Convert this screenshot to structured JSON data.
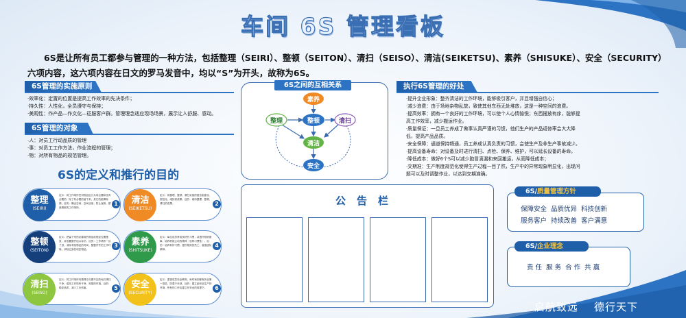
{
  "title": "车间 6S 管理看板",
  "intro": "6S是让所有员工都参与管理的一种方法，包括整理（SEIRI）、整顿（SEITON）、清扫（SEISO）、清洁(SEIKETSU)、素养（SHISUKE）、安全（SECURITY）六项内容，这六项内容在日文的罗马发音中，均以“S”为开头，故称为6S。",
  "principles": {
    "header": "6S管理的实施原则",
    "items": [
      "·效率化：定置的位置是提高工作效率的先决条件；",
      "·持久性：人性化，全员遵守与保持；",
      "·美观性：作产品—作文化—征服客户群。管理理念适应现场场景，展示让人舒服、感动。"
    ]
  },
  "objects": {
    "header": "6S管理的对象",
    "items": [
      "·人：对员工行动品质的管理",
      "·事：对员工工作方法，作业流程的管理；",
      "·物：对所有物品的规范管理。"
    ]
  },
  "relation": {
    "header": "6S之间的互相关系",
    "nodes": {
      "suyang": "素养",
      "zhengli": "整理",
      "zhengdun": "整顿",
      "qingsao": "清扫",
      "qingjie": "清洁",
      "anquan": "安全"
    },
    "colors": {
      "suyang": "#f08a24",
      "zhengli": "#ffffff",
      "zhengdun": "#2d73c3",
      "qingsao": "#8f5ab8",
      "qingjie": "#63b446",
      "anquan": "#2d73c3"
    }
  },
  "benefits": {
    "header": "执行6S管理的好处",
    "items": [
      "·提升企业形象：整齐清洁的工作环境，能够吸引客户，并且增强自信心；",
      "·减少浪费：由于场地杂物乱放，致使其他东西无处堆放，这是一种空间的浪费。",
      "·提高效率：拥有一个良好的工作环境，可以使个人心情愉悦；东西摆放有序，能够提",
      "高工作效率，减少搬运作业。",
      "·质量保证：一旦员工养成了做事认真严谨的习惯，他们生产的产品返修率会大大降",
      "低，提高产品品质。",
      "·安全保障：通道保持畅通，员工养成认真负责的习惯，会使生产及非生产事故减少。",
      "·提高设备寿命：对设备及时进行清扫、点检、保养、维护，可以延长设备的寿命。",
      "·降低成本：做好6个S可以减少跑冒滴漏和来回搬运，从而降低成本；",
      "·交期准：生产制度规范化使得生产过程一目了然，生产中的异常现象明显化，出现问",
      "题可以及时调整作业，以达到交期准确。"
    ]
  },
  "definition_title": "6S的定义和推行的目的",
  "pills": [
    {
      "zh": "整理",
      "en": "(SEIRI)",
      "num": "1",
      "color": "#1f5ea8",
      "text": "定义：将工作场所任何物品区分为有必要和没有必要的，除了有必要的留下来，其它的都清除掉。目的：腾出空间，空间活用，防止误用，塑造清爽的工作场所。"
    },
    {
      "zh": "清洁",
      "en": "(SEIKETSU)",
      "num": "2",
      "color": "#f08a24",
      "text": "定义：将整理、整顿、清扫实施的做法制度化、规范化，维持其成果。目的：维持整理、整顿、清扫的成果。"
    },
    {
      "zh": "整顿",
      "en": "(SEITON)",
      "num": "3",
      "color": "#143f7a",
      "text": "定义：把留下来的必要用的物品依规定位置摆放，并放置整齐加以标识。目的：工作场所一目了然，消除寻找物品的时间，整整齐齐的工作环境，消除过多的积压物品。"
    },
    {
      "zh": "素养",
      "en": "(SHITSUKE)",
      "num": "4",
      "color": "#2e9a4a",
      "text": "定义：每位成员养成良好的习惯，并遵守规则做事，培养积极主动的精神（也称习惯性）。目的：培养有好习惯、遵守规则的员工，营造团队精神。"
    },
    {
      "zh": "清扫",
      "en": "(SEISO)",
      "num": "5",
      "color": "#8ec63f",
      "text": "定义：将工作场所内看得见与看不见的地方清扫干净，保持工作场所干净、亮丽的环境。目的：稳定品质，减少工业伤害。"
    },
    {
      "zh": "安全",
      "en": "(SECURITY)",
      "num": "6",
      "color": "#f2c21b",
      "text": "定义：重视成员安全教育，每时每刻都有安全第一观念，防患于未然。目的：建立起安全生产的环境，所有的工作应建立在安全的前提下。"
    }
  ],
  "notice_board": {
    "title": "公告栏"
  },
  "quality": {
    "tab_prefix": "6S/",
    "tab_accent": "质量管理方针",
    "lines": [
      "保障安全  品质优异  科技创新",
      "服务客户  持续改善  客户满意"
    ]
  },
  "philosophy": {
    "tab_prefix": "6S/",
    "tab_accent": "企业理念",
    "content": "责 任  服 务  合 作  共 赢"
  },
  "slogan": "启航致远    德行天下"
}
